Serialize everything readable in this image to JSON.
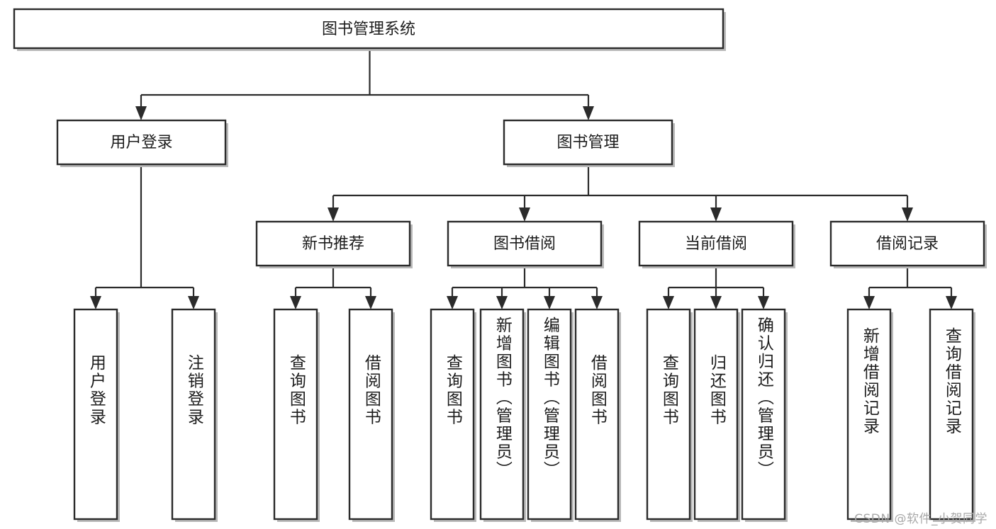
{
  "diagram": {
    "type": "tree",
    "title": "图书管理系统",
    "watermark": "CSDN @软件_小贺同学",
    "colors": {
      "box_stroke": "#2b2b2b",
      "box_fill": "#ffffff",
      "connector": "#2b2b2b",
      "text": "#1c1c1c",
      "shadow": "#b9b9b9",
      "watermark": "#a8a8a8",
      "background": "#ffffff"
    },
    "root": {
      "label": "图书管理系统",
      "orientation": "horizontal"
    },
    "level2": [
      {
        "label": "用户登录",
        "orientation": "horizontal"
      },
      {
        "label": "图书管理",
        "orientation": "horizontal"
      }
    ],
    "level3": [
      {
        "label": "新书推荐",
        "orientation": "horizontal",
        "parent": "图书管理"
      },
      {
        "label": "图书借阅",
        "orientation": "horizontal",
        "parent": "图书管理"
      },
      {
        "label": "当前借阅",
        "orientation": "horizontal",
        "parent": "图书管理"
      },
      {
        "label": "借阅记录",
        "orientation": "horizontal",
        "parent": "图书管理"
      }
    ],
    "leaves": {
      "用户登录": [
        {
          "label": "用户登录",
          "orientation": "vertical"
        },
        {
          "label": "注销登录",
          "orientation": "vertical"
        }
      ],
      "新书推荐": [
        {
          "label": "查询图书",
          "orientation": "vertical"
        },
        {
          "label": "借阅图书",
          "orientation": "vertical"
        }
      ],
      "图书借阅": [
        {
          "label": "查询图书",
          "orientation": "vertical"
        },
        {
          "label": "新增图书（管理员）",
          "orientation": "vertical"
        },
        {
          "label": "编辑图书（管理员）",
          "orientation": "vertical"
        },
        {
          "label": "借阅图书",
          "orientation": "vertical"
        }
      ],
      "当前借阅": [
        {
          "label": "查询图书",
          "orientation": "vertical"
        },
        {
          "label": "归还图书",
          "orientation": "vertical"
        },
        {
          "label": "确认归还（管理员）",
          "orientation": "vertical"
        }
      ],
      "借阅记录": [
        {
          "label": "新增借阅记录",
          "orientation": "vertical"
        },
        {
          "label": "查询借阅记录",
          "orientation": "vertical"
        }
      ]
    }
  }
}
